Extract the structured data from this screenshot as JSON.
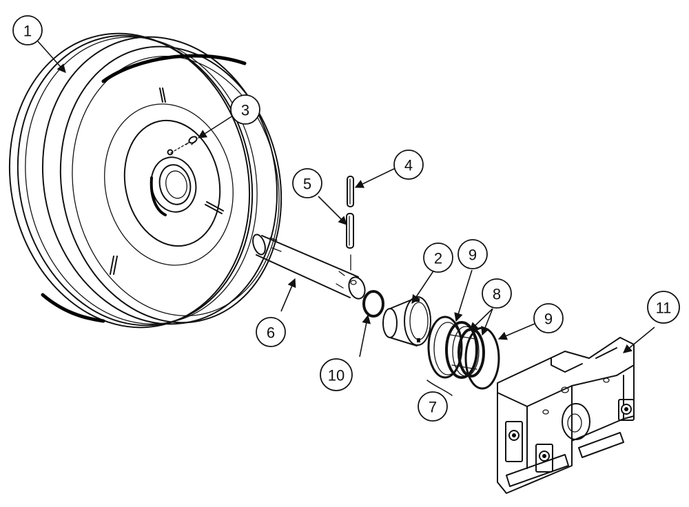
{
  "callouts": {
    "c1": "1",
    "c2": "2",
    "c3": "3",
    "c4": "4",
    "c5": "5",
    "c6": "6",
    "c7": "7",
    "c8": "8",
    "c9a": "9",
    "c9b": "9",
    "c10": "10",
    "c11": "11"
  }
}
